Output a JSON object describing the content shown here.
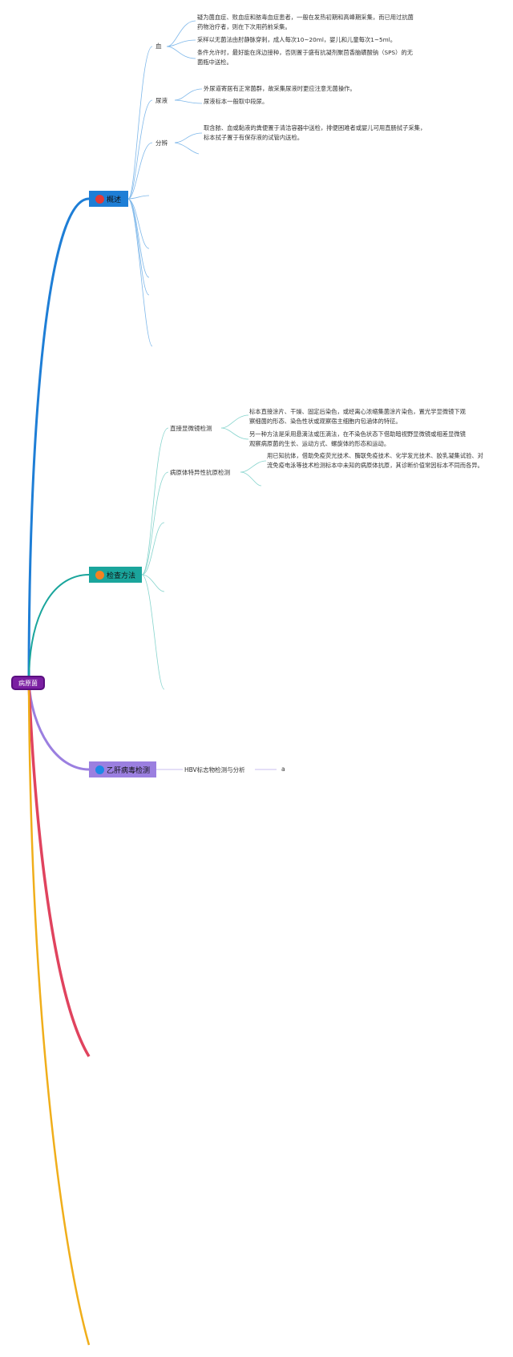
{
  "root": {
    "label": "病原菌"
  },
  "topics": {
    "gaishu": {
      "label": "概述",
      "icon_color": "#e53935"
    },
    "jiancha": {
      "label": "检查方法",
      "icon_color": "#f58220"
    },
    "yigan": {
      "label": "乙肝病毒检测",
      "icon_color": "#1e88e5"
    }
  },
  "gaishu": {
    "xue": {
      "label": "血",
      "items": [
        "疑为菌血症、败血症和脓毒血症患者，一般在发热初期和高峰期采集，而已用过抗菌药物治疗者，则在下次用药前采集。",
        "采样以无菌法由肘静脉穿刺，成人每次10~20ml，婴儿和儿童每次1~5ml。",
        "条件允许时，最好能在床边接种，否则置于盛有抗凝剂聚茴香脑磺酸钠（SPS）的无菌瓶中送检。"
      ]
    },
    "niaoye": {
      "label": "尿液",
      "items": [
        "外尿道寄居有正常菌群，故采集尿液时更应注意无菌操作。",
        "尿液标本一般取中段尿。"
      ]
    },
    "fenbian": {
      "label": "分辨",
      "items": [
        "取含脓、血或黏液的粪便置于清洁容器中送检，排便困难者或婴儿可用直肠拭子采集，标本拭子置于有保存液的试管内送检。"
      ]
    }
  },
  "jiancha": {
    "zhijie": {
      "label": "直接显微镜检测",
      "items": [
        "标本直接涂片、干燥、固定后染色，或经离心浓缩集菌涂片染色，置光学显微镜下观察细菌的形态、染色性状或观察宿主细胞内包涵体的特征。",
        "另一种方法是采用悬滴法或压滴法，在不染色状态下借助暗视野显微镜或相差显微镜观察病原菌的生长、运动方式、螺旋体的形态和运动。"
      ]
    },
    "kangyuan": {
      "label": "病原体特异性抗原检测",
      "items": [
        "用已知抗体，借助免疫荧光技术、酶联免疫技术、化学发光技术、胶乳凝集试验、对流免疫电泳等技术检测标本中未知的病原体抗原，其诊断价值常因标本不同而各异。"
      ]
    }
  },
  "yigan": {
    "child": {
      "label": "HBV标志物检测与分析"
    },
    "leaf": {
      "label": "a"
    }
  },
  "colors": {
    "root": "#7b1fa2",
    "blue": "#1e7ed6",
    "teal": "#1aa59c",
    "purple": "#9b7fe0",
    "red": "#e0435e",
    "orange": "#f0ae1a"
  }
}
